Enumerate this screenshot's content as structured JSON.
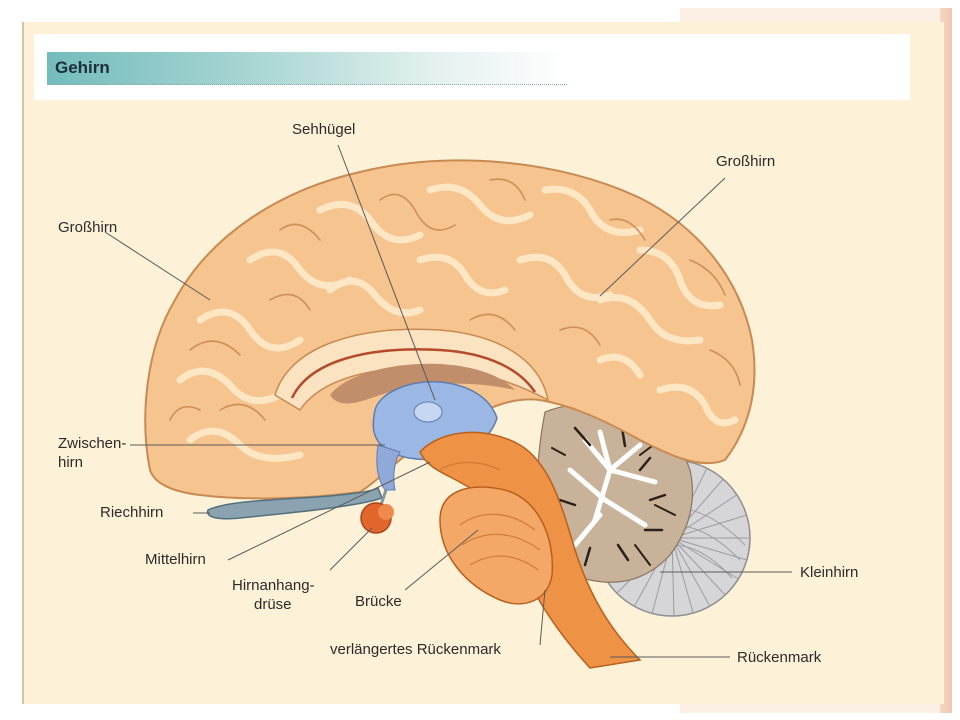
{
  "title": "Gehirn",
  "labels": {
    "sehhuegel": "Sehhügel",
    "grosshirn_left": "Großhirn",
    "grosshirn_right": "Großhirn",
    "zwischenhirn_line1": "Zwischen-",
    "zwischenhirn_line2": "hirn",
    "riechhirn": "Riechhirn",
    "mittelhirn": "Mittelhirn",
    "hirnanhangdruese_line1": "Hirnanhang-",
    "hirnanhangdruese_line2": "drüse",
    "bruecke": "Brücke",
    "verlaengertes_rueckenmark": "verlängertes Rückenmark",
    "kleinhirn": "Kleinhirn",
    "rueckenmark": "Rückenmark"
  },
  "colors": {
    "cerebrum": "#f6c48e",
    "cerebrum_fold": "#fde2bd",
    "diencephalon": "#9bb7e3",
    "brainstem": "#ee9245",
    "cerebellum_gray": "#cfcfcf",
    "cerebellum_core": "#c7b09a",
    "pituitary": "#e2662c",
    "olfactory": "#7e98a6"
  }
}
